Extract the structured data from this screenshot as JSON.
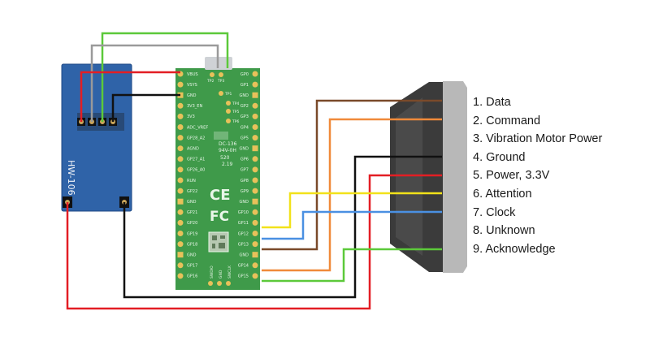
{
  "module": {
    "label": "HW-106",
    "colors": {
      "board": "#2f63a8",
      "board_edge": "#1f4a86"
    }
  },
  "pico": {
    "board_code": "DC-136",
    "board_code_2": "94V-0H",
    "board_code_3": "520",
    "board_code_4": "2.19",
    "ce_mark": "CE",
    "fcc_mark": "FC",
    "left_pins": [
      "VBUS",
      "VSYS",
      "GND",
      "3V3_EN",
      "3V3",
      "ADC_VREF",
      "GP28_A2",
      "AGND",
      "GP27_A1",
      "GP26_A0",
      "RUN",
      "GP22",
      "GND",
      "GP21",
      "GP20",
      "GP19",
      "GP18",
      "GND",
      "GP17",
      "GP16"
    ],
    "right_pins": [
      "GP0",
      "GP1",
      "GND",
      "GP2",
      "GP3",
      "GP4",
      "GP5",
      "GND",
      "GP6",
      "GP7",
      "GP8",
      "GP9",
      "GND",
      "GP10",
      "GP11",
      "GP12",
      "GP13",
      "GND",
      "GP14",
      "GP15"
    ],
    "test_points": [
      "TP1",
      "TP4",
      "TP5",
      "TP6"
    ],
    "top_labels": [
      "TP2",
      "TP3"
    ],
    "bottom_labels": [
      "SWDIO",
      "GND",
      "SWCLK"
    ],
    "colors": {
      "board": "#3f9a4a",
      "pad": "#e8c15a",
      "usb": "#cfd2d6"
    }
  },
  "connector": {
    "colors": {
      "body": "#3b3b3b",
      "shell": "#b8b8b8"
    }
  },
  "legend": [
    "1. Data",
    "2. Command",
    "3. Vibration Motor Power",
    "4. Ground",
    "5. Power, 3.3V",
    "6. Attention",
    "7. Clock",
    "8. Unknown",
    "9. Acknowledge"
  ],
  "wire_colors": {
    "red": "#e31e24",
    "black": "#111111",
    "green": "#5cc93a",
    "gray": "#9a9a9a",
    "brown": "#7a4a2a",
    "orange": "#f08a3a",
    "yellow": "#f2e21a",
    "blue": "#4a90e2"
  }
}
